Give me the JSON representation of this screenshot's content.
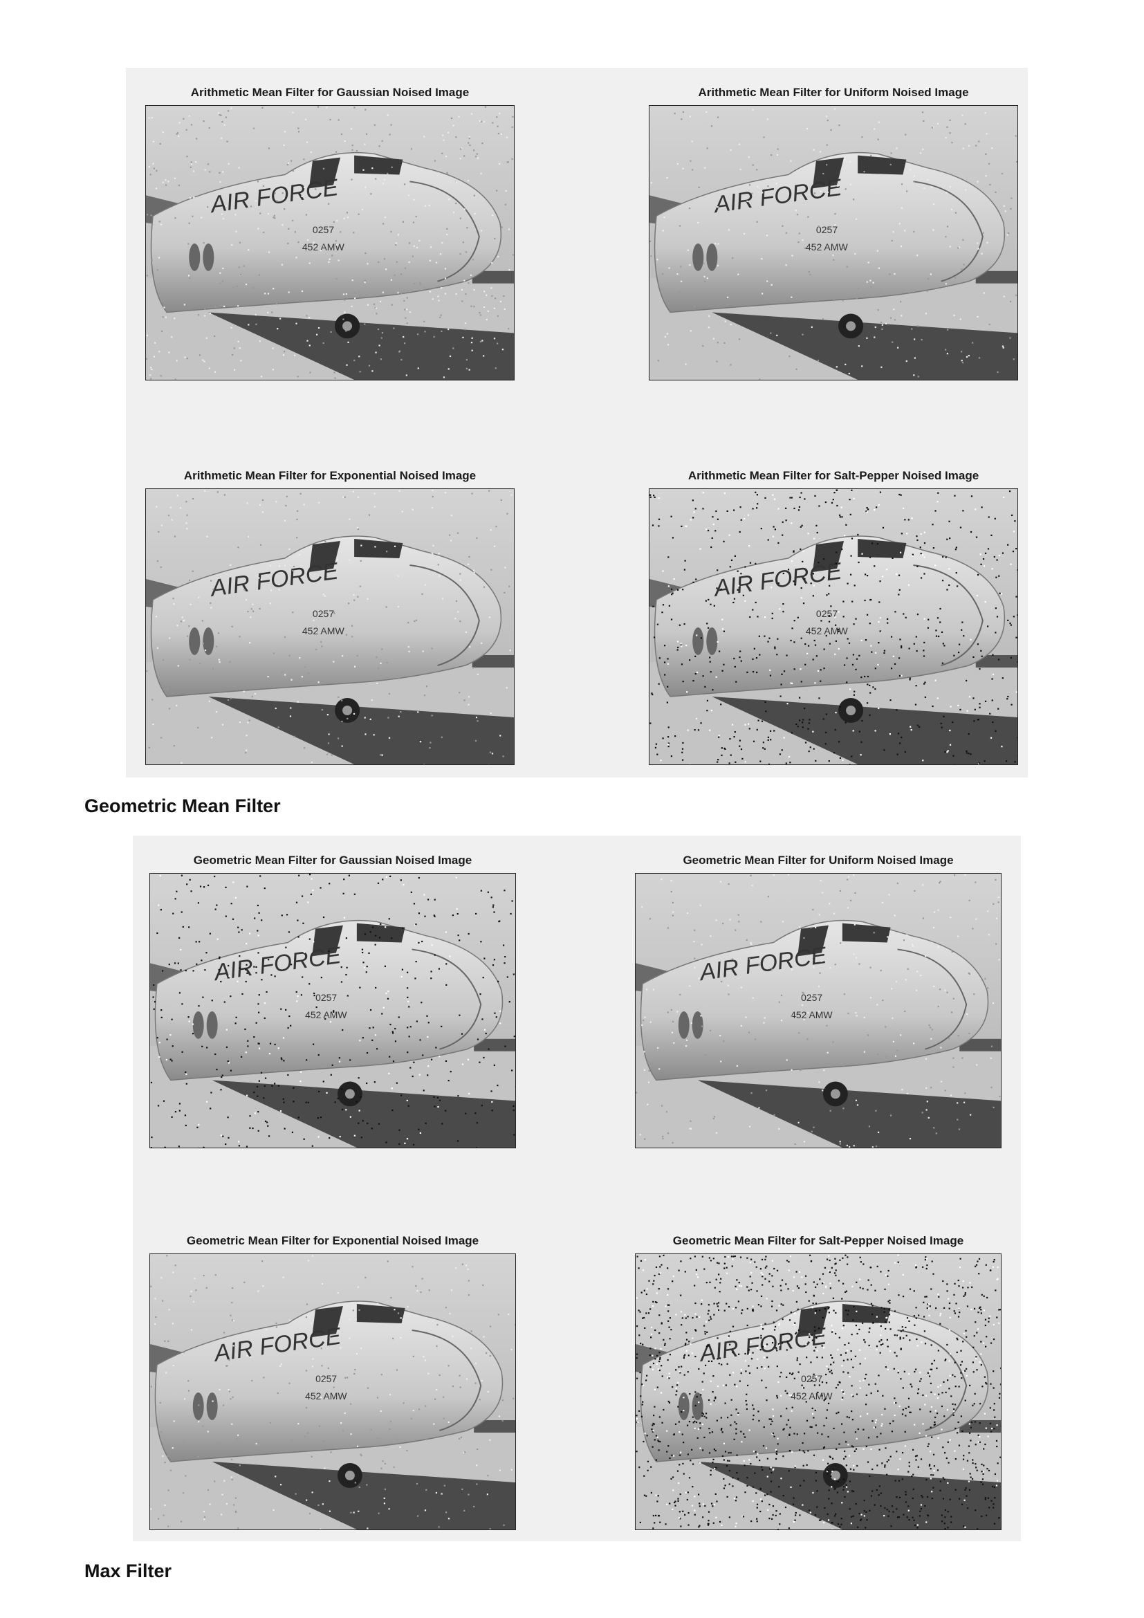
{
  "figures": [
    {
      "panels": [
        {
          "title": "Arithmetic Mean Filter for Gaussian Noised Image",
          "noise": "gaussian",
          "aircraft_text": "AIR FORCE",
          "aircraft_id": "0257",
          "aircraft_unit": "452 AMW"
        },
        {
          "title": "Arithmetic Mean Filter for Uniform Noised Image",
          "noise": "uniform",
          "aircraft_text": "AIR FORCE",
          "aircraft_id": "0257",
          "aircraft_unit": "452 AMW"
        },
        {
          "title": "Arithmetic Mean Filter for Exponential Noised Image",
          "noise": "exponential",
          "aircraft_text": "AIR FORCE",
          "aircraft_id": "0257",
          "aircraft_unit": "452 AMW"
        },
        {
          "title": "Arithmetic Mean Filter for Salt-Pepper Noised Image",
          "noise": "salt-pepper",
          "aircraft_text": "AIR FORCE",
          "aircraft_id": "0257",
          "aircraft_unit": "452 AMW"
        }
      ]
    },
    {
      "panels": [
        {
          "title": "Geometric Mean Filter for Gaussian Noised Image",
          "noise": "gaussian",
          "aircraft_text": "AIR FORCE",
          "aircraft_id": "0257",
          "aircraft_unit": "452 AMW"
        },
        {
          "title": "Geometric Mean Filter for Uniform Noised Image",
          "noise": "uniform",
          "aircraft_text": "AIR FORCE",
          "aircraft_id": "0257",
          "aircraft_unit": "452 AMW"
        },
        {
          "title": "Geometric Mean Filter for Exponential Noised Image",
          "noise": "exponential",
          "aircraft_text": "AIR FORCE",
          "aircraft_id": "0257",
          "aircraft_unit": "452 AMW"
        },
        {
          "title": "Geometric Mean Filter for Salt-Pepper Noised Image",
          "noise": "salt-pepper",
          "aircraft_text": "AIR FORCE",
          "aircraft_id": "0257",
          "aircraft_unit": "452 AMW"
        }
      ]
    }
  ],
  "headings": {
    "geometric": "Geometric Mean Filter",
    "max": "Max Filter"
  }
}
